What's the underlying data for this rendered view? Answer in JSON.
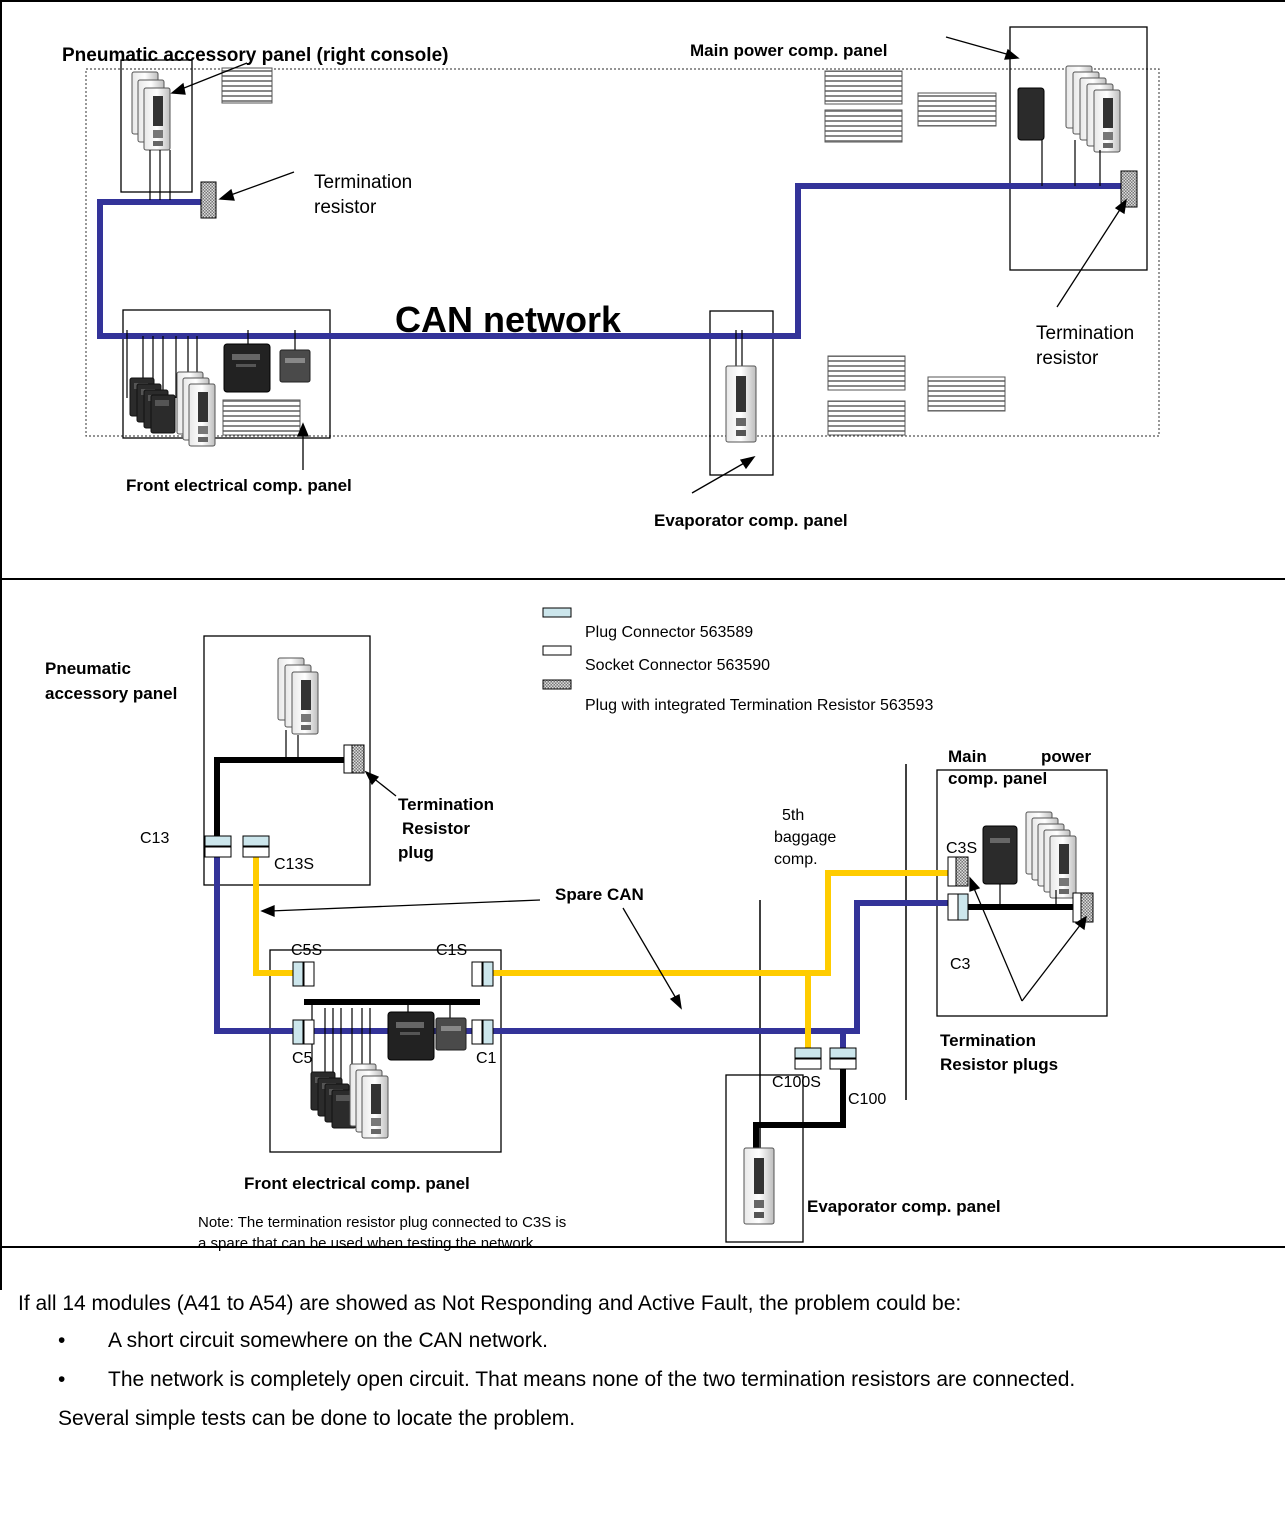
{
  "top_diagram": {
    "can_network_label": "CAN network",
    "pneumatic_panel_label": "Pneumatic accessory panel (right console)",
    "main_power_label": "Main power comp. panel",
    "termination_left_line1": "Termination",
    "termination_left_line2": "resistor",
    "termination_right_line1": "Termination",
    "termination_right_line2": "resistor",
    "front_electrical_label": "Front electrical comp. panel",
    "evaporator_label": "Evaporator comp. panel"
  },
  "bottom_diagram": {
    "legend": {
      "plug": "Plug Connector 563589",
      "socket": "Socket Connector 563590",
      "termination_plug": "Plug with integrated Termination Resistor 563593"
    },
    "pneumatic_line1": "Pneumatic",
    "pneumatic_line2": "accessory panel",
    "main_line1a": "Main",
    "main_line1b": "power",
    "main_line2": "comp. panel",
    "term_res_plug_line1": "Termination",
    "term_res_plug_line2": "Resistor",
    "term_res_plug_line3": "plug",
    "baggage_line1": "5th",
    "baggage_line2": "baggage",
    "baggage_line3": "comp.",
    "spare_can": "Spare CAN",
    "term_res_plugs_line1": "Termination",
    "term_res_plugs_line2": "Resistor plugs",
    "front_electrical_label": "Front electrical comp. panel",
    "evaporator_label": "Evaporator comp. panel",
    "note_line1": "Note: The termination resistor plug connected to C3S is",
    "note_line2": "a spare that can be used when testing the network.",
    "connectors": {
      "c13": "C13",
      "c13s": "C13S",
      "c5s": "C5S",
      "c1s": "C1S",
      "c5": "C5",
      "c1": "C1",
      "c100s": "C100S",
      "c100": "C100",
      "c3s": "C3S",
      "c3": "C3"
    }
  },
  "body_text": {
    "intro": "If all 14 modules (A41 to A54) are showed as Not Responding and Active Fault, the problem could be:",
    "bullet_char": "•",
    "bullets": [
      "A short circuit somewhere on the CAN network.",
      "The network is completely open circuit. That means none of the two termination resistors are connected."
    ],
    "outro": "Several simple tests can be done to locate the problem."
  },
  "colors": {
    "can_blue": "#333399",
    "spare_yellow": "#ffcc00",
    "plug_fill": "#cce6ec",
    "black_wire": "#000000"
  }
}
